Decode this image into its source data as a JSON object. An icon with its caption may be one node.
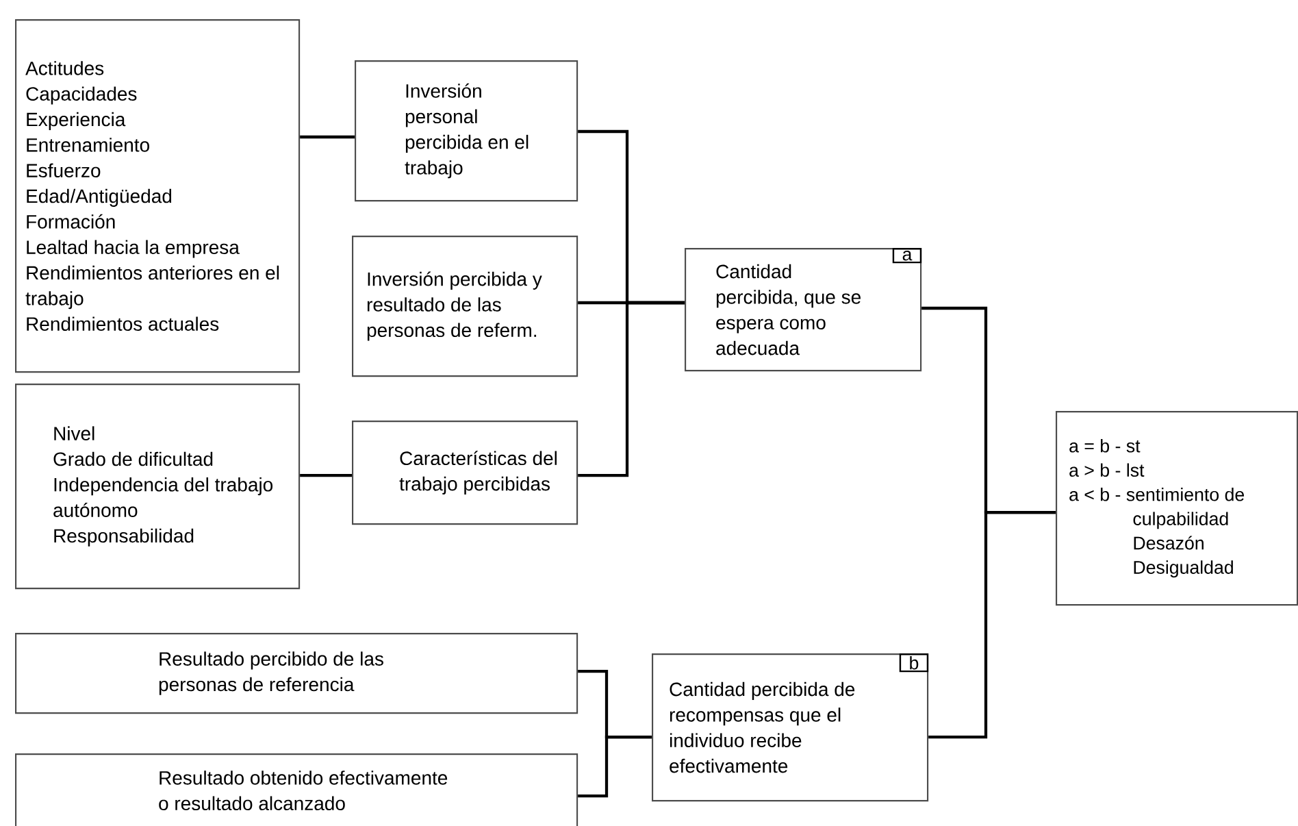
{
  "diagram": {
    "nodes": [
      {
        "text": [
          "Actitudes",
          "Capacidades",
          "Experiencia",
          "Entrenamiento",
          "Esfuerzo",
          "Edad/Antigüedad",
          "Formación",
          "Lealtad hacia la empresa",
          "Rendimientos anteriores en el trabajo",
          "Rendimientos actuales"
        ]
      },
      {
        "text": [
          "Inversión personal percibida en el trabajo"
        ]
      },
      {
        "text": [
          "Inversión percibida y resultado de las personas de referm."
        ]
      },
      {
        "text": [
          "Nivel",
          "Grado de dificultad",
          "Independencia del trabajo autónomo",
          "Responsabilidad"
        ]
      },
      {
        "text": [
          "Características del trabajo percibidas"
        ]
      },
      {
        "text": [
          "Cantidad percibida, que se espera como adecuada",
          "a"
        ]
      },
      {
        "text": [
          "a =  b - st",
          "a >  b - lst",
          "a <  b - sentimiento de culpabilidad",
          "Desazón",
          "Desigualdad"
        ]
      },
      {
        "text": [
          "Resultado percibido de las personas de referencia"
        ]
      },
      {
        "text": [
          "Resultado obtenido efectivamente o resultado alcanzado"
        ]
      },
      {
        "text": [
          "Cantidad percibida de recompensas que el individuo recibe efectivamente",
          "b"
        ]
      }
    ],
    "edges": [
      {
        "from": 0,
        "to": 1,
        "arrow": "none"
      },
      {
        "from": 1,
        "to": 5,
        "arrow": "none"
      },
      {
        "from": 2,
        "to": 5,
        "arrow": "none"
      },
      {
        "from": 4,
        "to": 5,
        "arrow": "none"
      },
      {
        "from": 3,
        "to": 4,
        "arrow": "none"
      },
      {
        "from": 5,
        "to": 6,
        "arrow": "none"
      },
      {
        "from": 9,
        "to": 6,
        "arrow": "none"
      },
      {
        "from": 7,
        "to": 9,
        "arrow": "none"
      },
      {
        "from": 8,
        "to": 9,
        "arrow": "none"
      }
    ]
  }
}
